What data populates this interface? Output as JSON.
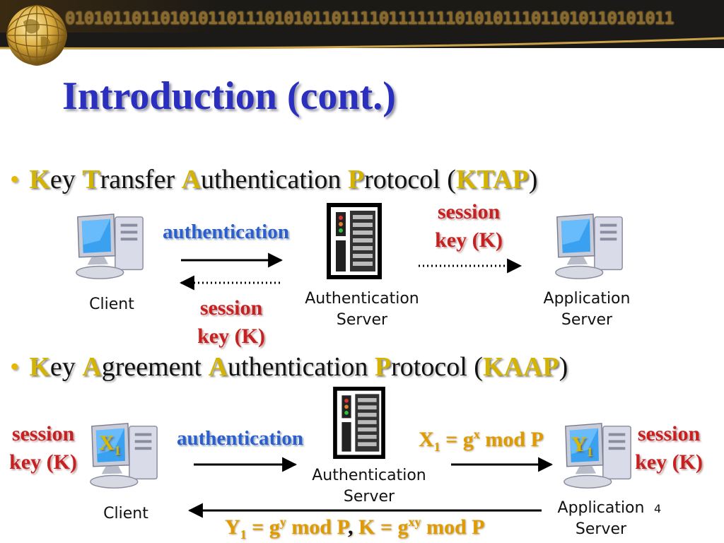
{
  "banner": {
    "binary_text": "0101011011010101101110101011011110111111101010111011010110101011"
  },
  "title": "Introduction (cont.)",
  "ktap": {
    "bullet": {
      "k": "K",
      "p1": "ey ",
      "t": "T",
      "p2": "ransfer ",
      "a": "A",
      "p3": "uthentication ",
      "pp": "P",
      "p4": "rotocol (",
      "acr": "KTAP",
      "close": ")"
    },
    "client_label": "Client",
    "auth_server_label": [
      "Authentication",
      "Server"
    ],
    "app_server_label": [
      "Application",
      "Server"
    ],
    "authentication": "authentication",
    "session_key_top": [
      "session",
      "key (K)"
    ],
    "session_key_bottom": [
      "session",
      "key (K)"
    ]
  },
  "kaap": {
    "bullet": {
      "k": "K",
      "p1": "ey ",
      "a": "A",
      "p2": "greement ",
      "a2": "A",
      "p3": "uthentication ",
      "pp": "P",
      "p4": "rotocol (",
      "acr": "KAAP",
      "close": ")"
    },
    "client_label": "Client",
    "auth_server_label": [
      "Authentication",
      "Server"
    ],
    "app_server_label": [
      "Application",
      "Server"
    ],
    "authentication": "authentication",
    "session_key_left": [
      "session",
      "key (K)"
    ],
    "session_key_right": [
      "session",
      "key (K)"
    ],
    "x_var": {
      "base": "X",
      "sub": "1"
    },
    "y_var": {
      "base": "Y",
      "sub": "1"
    },
    "formula_x": {
      "x": "X",
      "xs": "1",
      "eq": " = g",
      "sup": "x",
      "rest": " mod P"
    },
    "formula_y": {
      "y": "Y",
      "ys": "1",
      "eq": " = g",
      "sup": "y",
      "rest": " mod P",
      "sep": ", ",
      "k": "K = g",
      "ksup": "xy",
      "krest": " mod P"
    }
  },
  "page_number": "4",
  "colors": {
    "title": "#2b2fbf",
    "accent": "#d4b400",
    "auth": "#2b5ecf",
    "session": "#c82020",
    "formula": "#e09b00"
  }
}
